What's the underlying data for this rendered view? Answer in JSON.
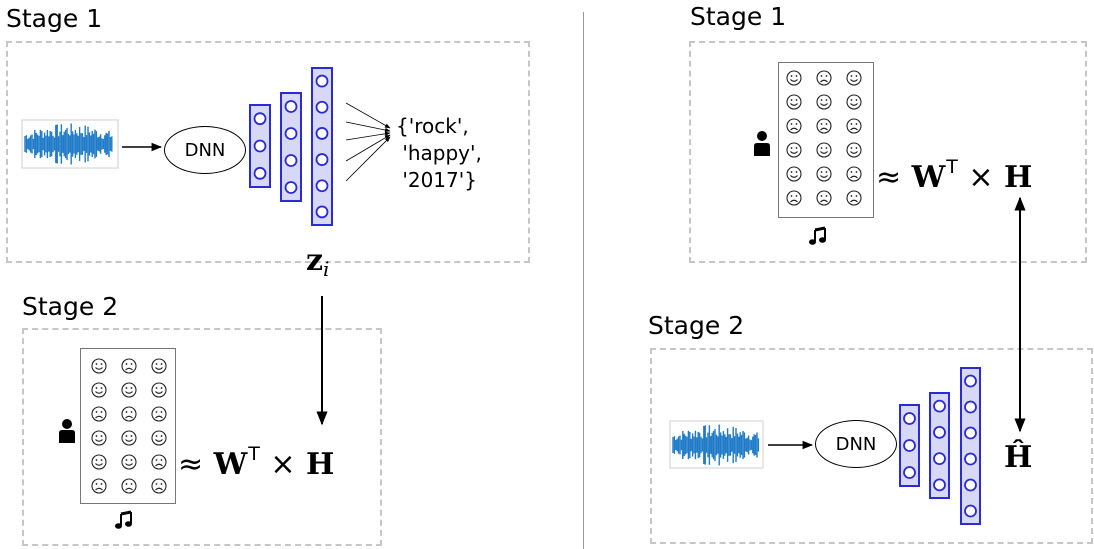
{
  "left_panel": {
    "stage1": {
      "title": "Stage 1",
      "dnn_label": "DNN",
      "tags": "{'rock',\n 'happy',\n '2017'}",
      "embedding_label": "z",
      "embedding_subscript": "i"
    },
    "stage2": {
      "title": "Stage 2",
      "equation": {
        "approx": "≈",
        "W": "W",
        "transpose": "T",
        "times": "×",
        "H": "H"
      }
    }
  },
  "right_panel": {
    "stage1": {
      "title": "Stage 1",
      "equation": {
        "approx": "≈",
        "W": "W",
        "transpose": "T",
        "times": "×",
        "H": "H"
      }
    },
    "stage2": {
      "title": "Stage 2",
      "dnn_label": "DNN",
      "estimate_label": "Ĥ"
    }
  },
  "matrix": {
    "rows": [
      [
        "smile",
        "frown",
        "smile"
      ],
      [
        "smile",
        "smile",
        "smile"
      ],
      [
        "frown",
        "frown",
        "frown"
      ],
      [
        "smile",
        "smile",
        "smile"
      ],
      [
        "smile",
        "smile",
        "frown"
      ],
      [
        "frown",
        "frown",
        "frown"
      ]
    ],
    "row_icon": "user-icon",
    "column_icon": "music-note-icon"
  },
  "colors": {
    "network": "#2a2ad9",
    "network_fill": "#d6d8f5",
    "waveform": "#1f7ac8",
    "box_border": "#c6c6c6"
  }
}
